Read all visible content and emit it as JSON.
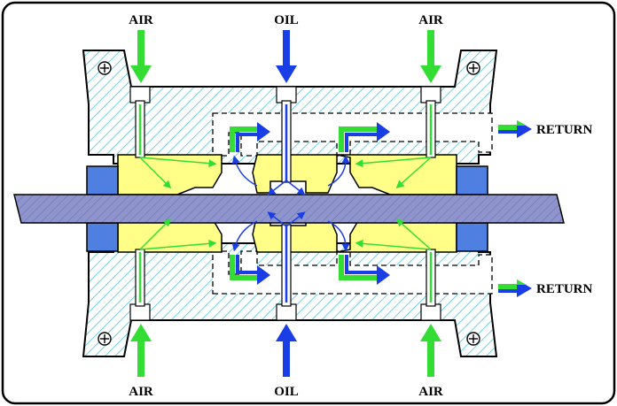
{
  "labels": {
    "air_top_left": "AIR",
    "oil_top": "OIL",
    "air_top_right": "AIR",
    "return_upper": "RETURN",
    "return_lower": "RETURN",
    "air_bottom_left": "AIR",
    "oil_bottom": "OIL",
    "air_bottom_right": "AIR"
  },
  "colors": {
    "air": "#33dd33",
    "oil": "#1a3ee6",
    "housing_hatch": "#4fc6d8",
    "seal_yellow": "#ffff88",
    "shaft": "#8f95cc",
    "end_block": "#4f7fe0",
    "frame": "#000000"
  },
  "icons": [
    "plus-circle-icon"
  ]
}
